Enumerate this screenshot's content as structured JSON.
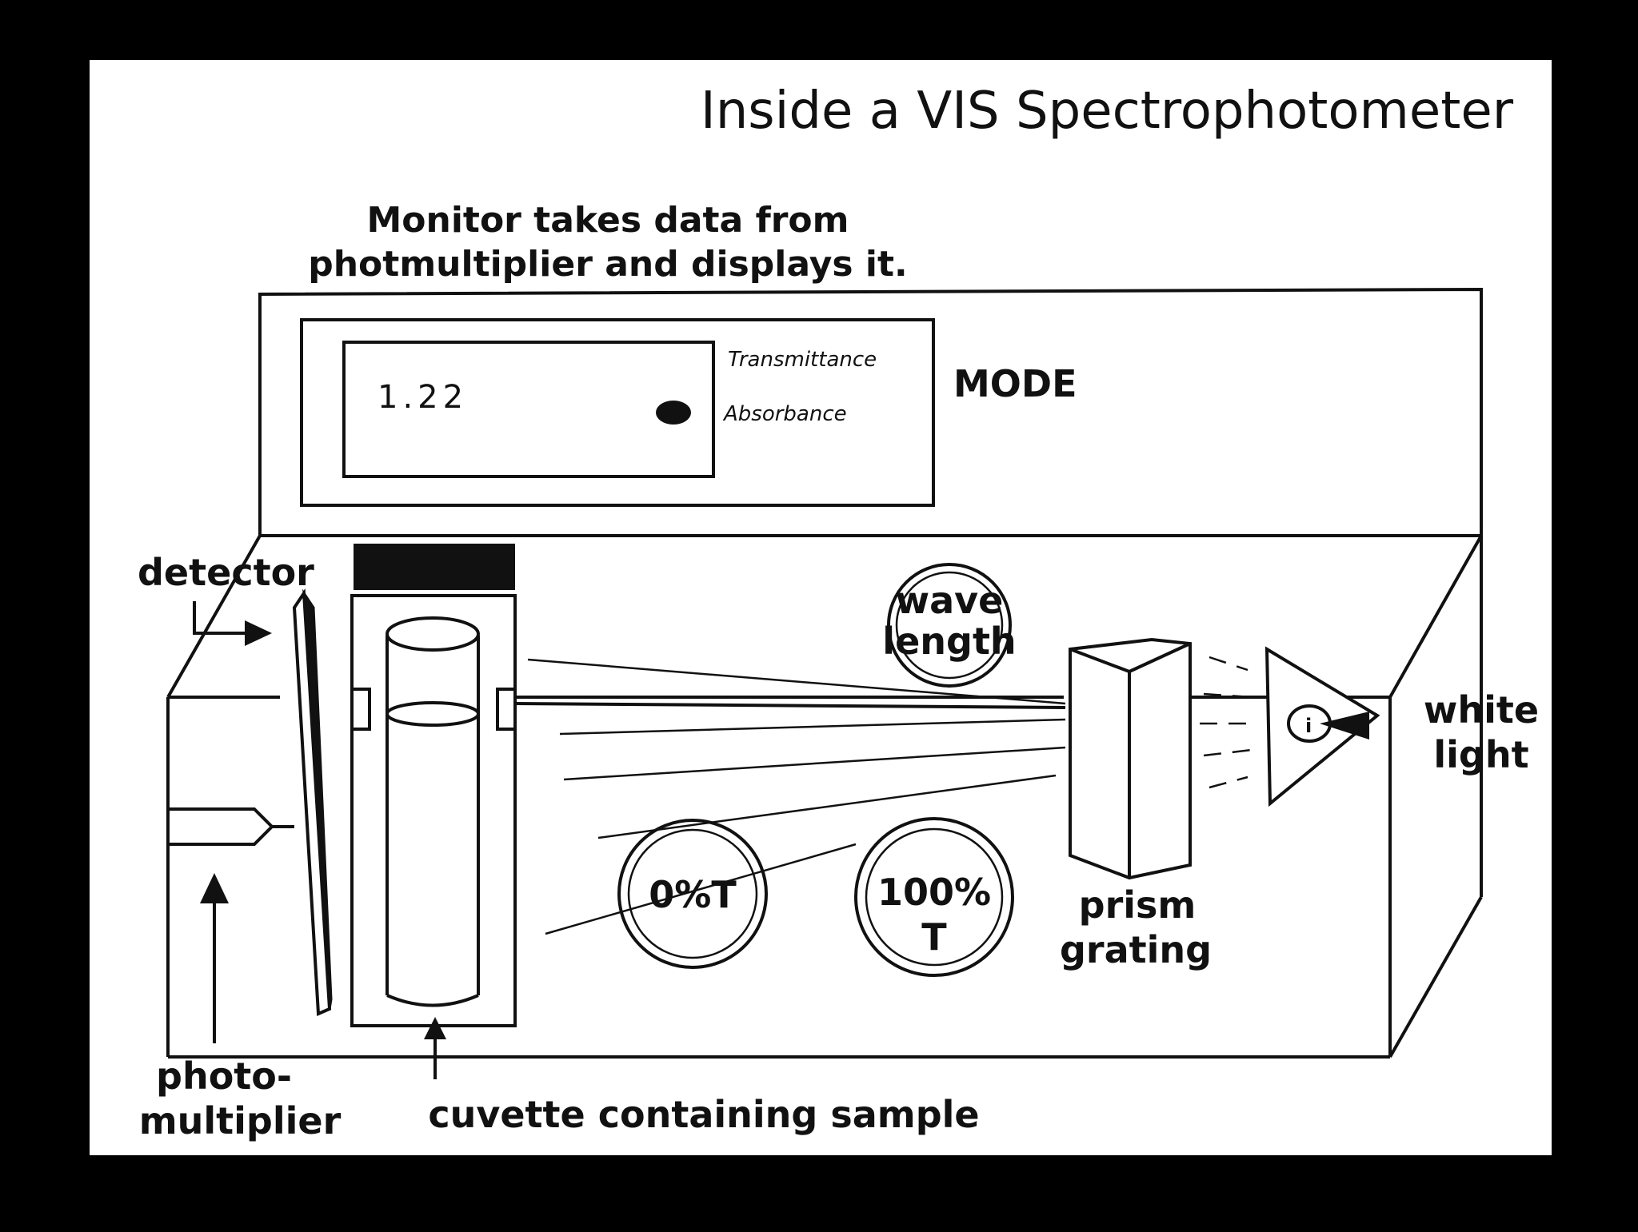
{
  "title": "Inside a VIS Spectrophotometer",
  "monitor_caption": {
    "line1": "Monitor takes data from",
    "line2": "photmultiplier and displays it."
  },
  "monitor": {
    "reading": "1.22",
    "option_transmittance": "Transmittance",
    "option_absorbance": "Absorbance",
    "mode_label": "MODE"
  },
  "labels": {
    "detector": "detector",
    "photo_line1": "photo-",
    "photo_line2": "multiplier",
    "cuvette": "cuvette containing sample",
    "prism_line1": "prism",
    "prism_line2": "grating",
    "white_line1": "white",
    "white_line2": "light"
  },
  "knobs": {
    "wavelength_line1": "wave",
    "wavelength_line2": "length",
    "zero_t": "0%T",
    "hundred_line1": "100%",
    "hundred_line2": "T"
  }
}
